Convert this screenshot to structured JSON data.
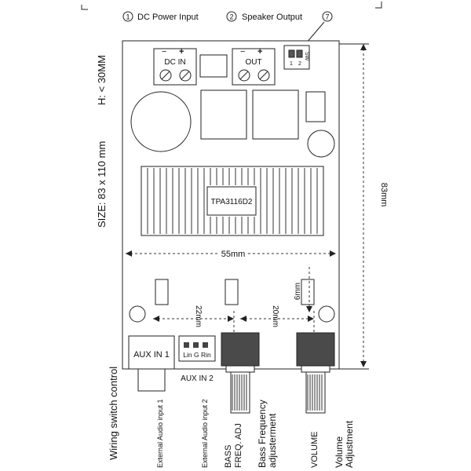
{
  "legend": {
    "item1": {
      "num": "1",
      "label": "DC Power Input"
    },
    "item2": {
      "num": "2",
      "label": "Speaker Output"
    },
    "item7": {
      "num": "7"
    }
  },
  "board": {
    "dc_in": "DC IN",
    "out": "OUT",
    "sw": "SW",
    "sw_1": "1",
    "sw_2": "2",
    "chip": "TPA3116D2",
    "aux_in_1": "AUX IN 1",
    "aux_in_2": "AUX IN 2",
    "aux2_pins": "Lin G Rin"
  },
  "specs": {
    "size": "SIZE:  83 x 110 mm",
    "height": "H:  < 30MM"
  },
  "dimensions": {
    "width": "55mm",
    "height": "83mm",
    "d22": "22mm",
    "d20": "20mm",
    "d6": "6mm"
  },
  "labels": {
    "wiring": "Wiring switch control",
    "ext1": "External Audio input 1",
    "ext2": "External Audio input 2",
    "bass1": "BASS",
    "bass2": "FREQ. ADJ",
    "bassf1": "Bass Frequency",
    "bassf2": "adjusterment",
    "vol": "VOLUME",
    "vola1": "Volume",
    "vola2": "Adjustment"
  }
}
